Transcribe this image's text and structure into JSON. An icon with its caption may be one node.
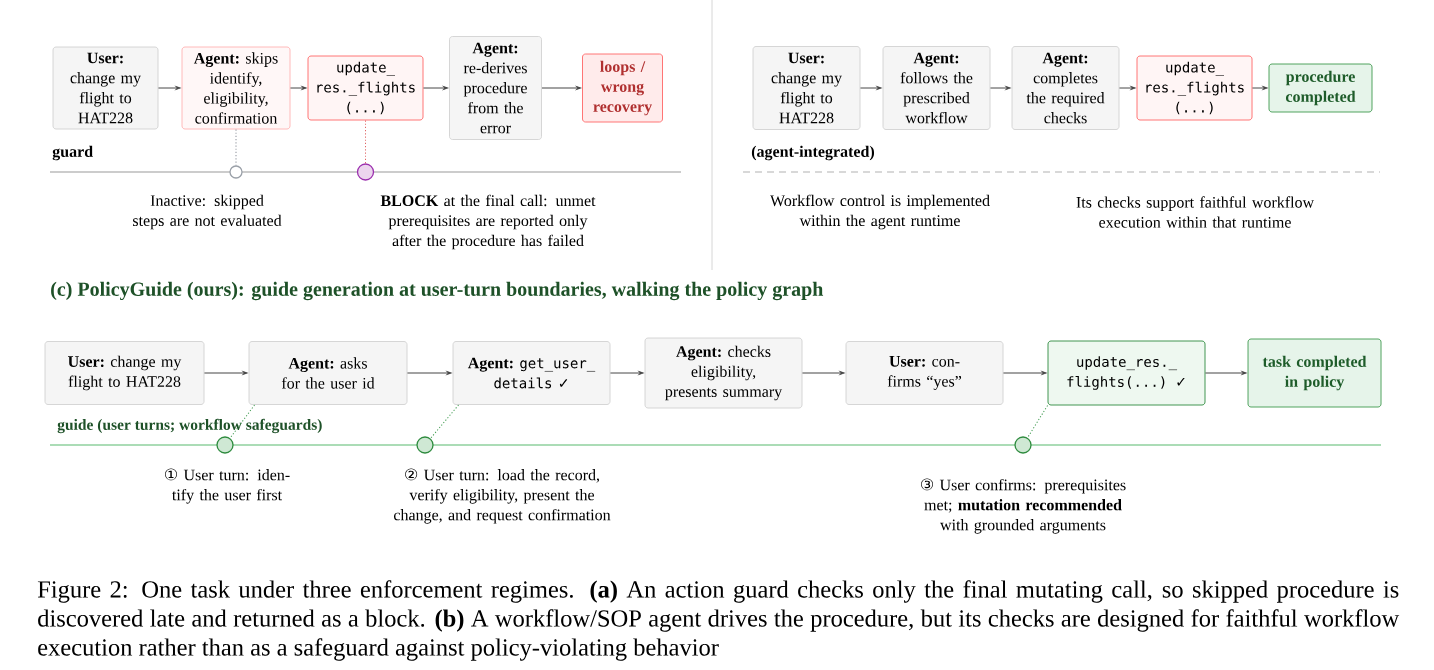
{
  "diagram": {
    "caption": "Figure 2: One task under three enforcement regimes. **(a)** An action guard checks only the final mutating call, so skipped procedure is discovered late and returned as a block. **(b)** A workflow/SOP agent drives the procedure, but its checks are designed for faithful workflow execution rather than as a safeguard against policy-violating behavior",
    "nodes": [
      {
        "text": [
          "User:",
          "change my flight to HAT228"
        ]
      },
      {
        "text": [
          "Agent:",
          "skips identify, eligibility, confirmation"
        ]
      },
      {
        "text": [
          "update_ res._flights (...)"
        ]
      },
      {
        "text": [
          "Agent:",
          "re-derives procedure from the error"
        ]
      },
      {
        "text": [
          "loops / wrong recovery"
        ]
      },
      {
        "text": [],
        "shape": "circle",
        "beside": [
          "Inactive: skipped steps are not evaluated"
        ]
      },
      {
        "text": [],
        "shape": "circle",
        "beside": [
          "**BLOCK** at the final call: unmet prerequisites are reported only after the procedure has failed"
        ]
      },
      {
        "text": [
          "User:",
          "change my flight to HAT228"
        ]
      },
      {
        "text": [
          "Agent:",
          "follows the prescribed workflow"
        ]
      },
      {
        "text": [
          "Agent:",
          "completes the required checks"
        ]
      },
      {
        "text": [
          "update_ res._flights (...)"
        ]
      },
      {
        "text": [
          "procedure completed"
        ]
      },
      {
        "text": [
          "User:",
          "change my flight to HAT228"
        ]
      },
      {
        "text": [
          "Agent:",
          "asks for the user id"
        ]
      },
      {
        "text": [
          "Agent:",
          "get_user_ details ✓"
        ]
      },
      {
        "text": [
          "Agent:",
          "checks eligibility, presents summary"
        ]
      },
      {
        "text": [
          "User:",
          "con- firms “yes”"
        ]
      },
      {
        "text": [
          "update_res._ flights(...) ✓"
        ]
      },
      {
        "text": [
          "task completed in policy"
        ]
      },
      {
        "text": [],
        "shape": "circle",
        "beside": [
          "① User turn: iden- tify the user first"
        ]
      },
      {
        "text": [],
        "shape": "circle",
        "beside": [
          "② User turn: load the record, verify eligibility, present the change, and request confirmation"
        ]
      },
      {
        "text": [],
        "shape": "circle",
        "beside": [
          "③ User confirms: prerequisites met; **mutation recommended** with grounded arguments"
        ]
      }
    ],
    "edges": [
      {
        "from": 0,
        "to": 1,
        "arrow": "to"
      },
      {
        "from": 1,
        "to": 2,
        "arrow": "to"
      },
      {
        "from": 2,
        "to": 3,
        "arrow": "to"
      },
      {
        "from": 3,
        "to": 4,
        "arrow": "to"
      },
      {
        "from": 1,
        "to": 5,
        "arrow": "none",
        "style": "dashed",
        "color": "#8a8f98"
      },
      {
        "from": 2,
        "to": 6,
        "arrow": "none",
        "style": "dashed",
        "color": "#e06666"
      },
      {
        "from": 7,
        "to": 8,
        "arrow": "to"
      },
      {
        "from": 8,
        "to": 9,
        "arrow": "to"
      },
      {
        "from": 9,
        "to": 10,
        "arrow": "to"
      },
      {
        "from": 10,
        "to": 11,
        "arrow": "to"
      },
      {
        "from": 12,
        "to": 13,
        "arrow": "to"
      },
      {
        "from": 13,
        "to": 14,
        "arrow": "to"
      },
      {
        "from": 14,
        "to": 15,
        "arrow": "to"
      },
      {
        "from": 15,
        "to": 16,
        "arrow": "to"
      },
      {
        "from": 16,
        "to": 17,
        "arrow": "to"
      },
      {
        "from": 17,
        "to": 18,
        "arrow": "to"
      },
      {
        "from": 13,
        "to": 19,
        "arrow": "none",
        "style": "dashed",
        "color": "#3f9a4f"
      },
      {
        "from": 14,
        "to": 20,
        "arrow": "none",
        "style": "dashed",
        "color": "#3f9a4f"
      },
      {
        "from": 17,
        "to": 21,
        "arrow": "none",
        "style": "dashed",
        "color": "#3f9a4f"
      }
    ],
    "labels": [
      "guard",
      "(agent-integrated)",
      "Workflow control is implemented within the agent runtime",
      "Its checks support faithful workflow execution within that runtime",
      "(c) PolicyGuide (ours): guide generation at user-turn boundaries, walking the policy graph",
      "guide (user turns; workflow safeguards)"
    ]
  }
}
